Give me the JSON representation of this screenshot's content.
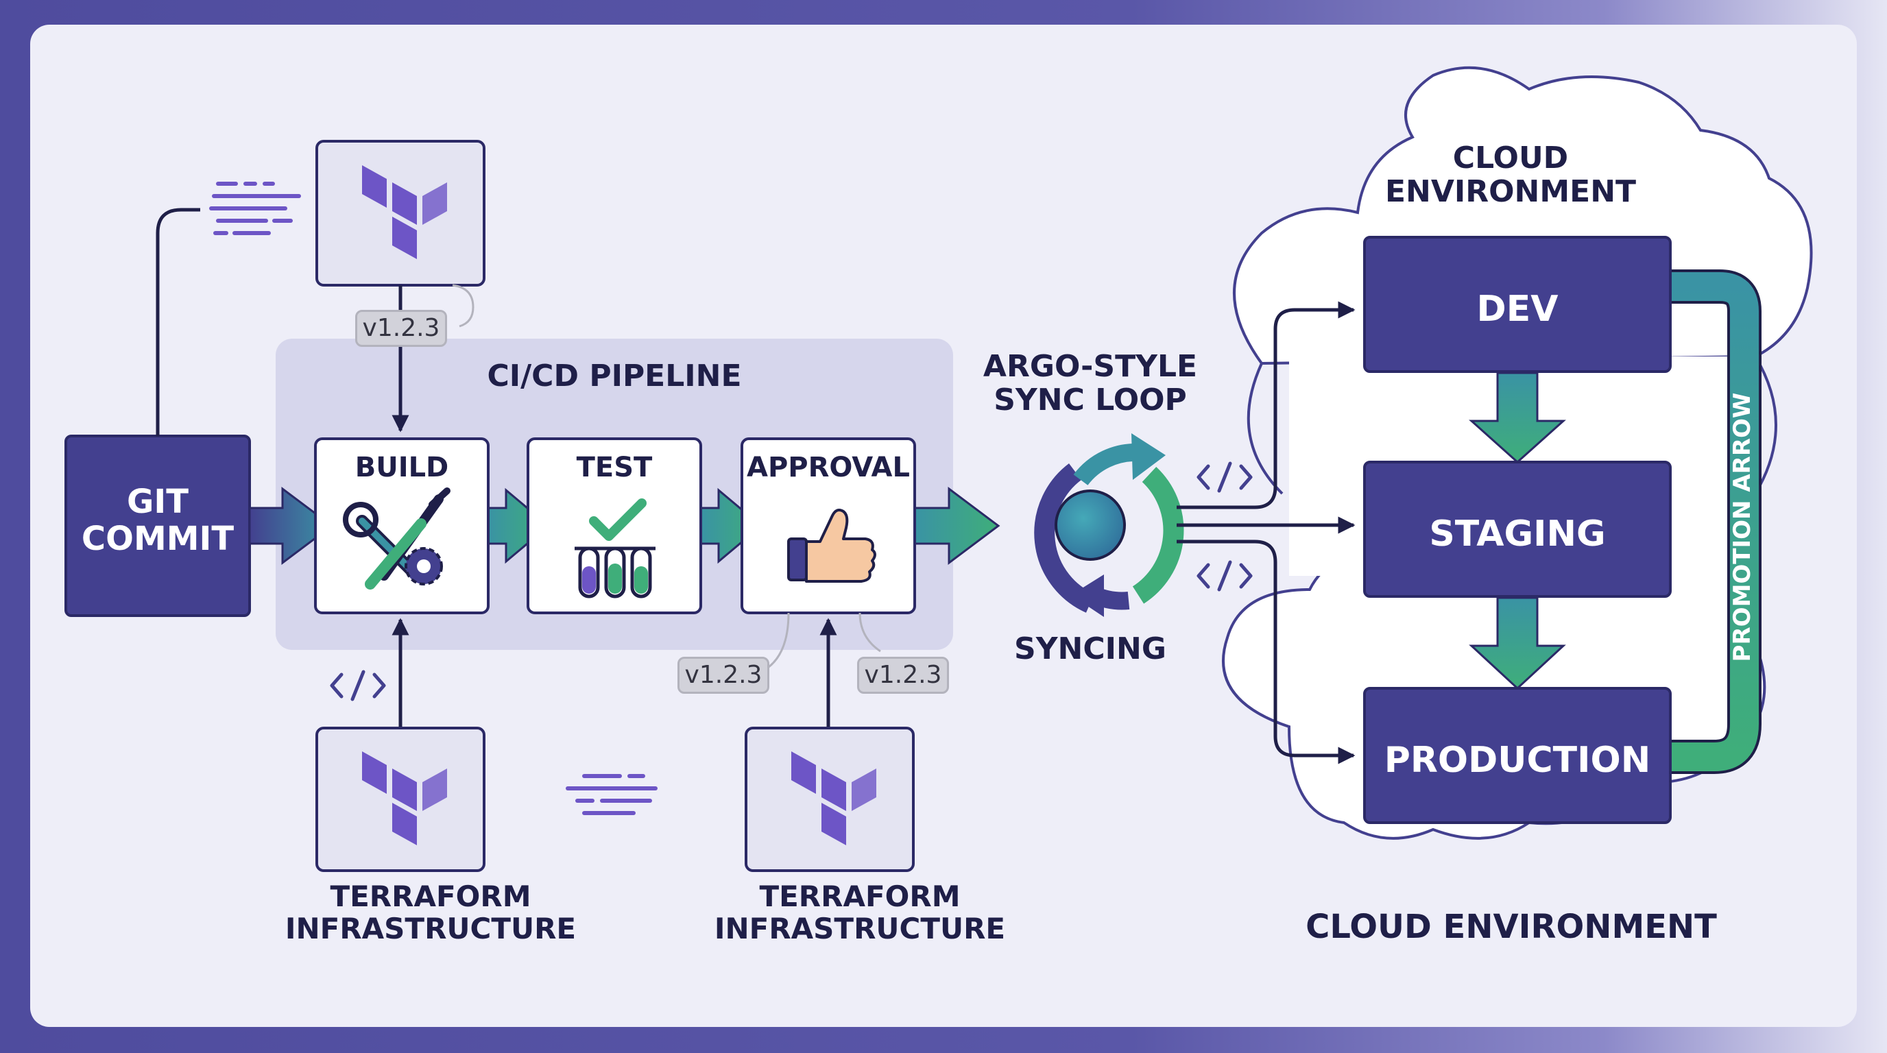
{
  "nodes": {
    "git_commit": "GIT\nCOMMIT",
    "pipeline_title": "CI/CD PIPELINE",
    "build": "BUILD",
    "test": "TEST",
    "approval": "APPROVAL",
    "sync_title": "ARGO-STYLE\nSYNC LOOP",
    "syncing": "SYNCING",
    "terraform_label": "TERRAFORM\nINFRASTRUCTURE",
    "cloud_title_top": "CLOUD\nENVIRONMENT",
    "cloud_title_bottom": "CLOUD ENVIRONMENT",
    "dev": "DEV",
    "staging": "STAGING",
    "production": "PRODUCTION",
    "promotion": "PROMOTION ARROW"
  },
  "version_tags": [
    "v1.2.3",
    "v1.2.3",
    "v1.2.3"
  ],
  "code_glyph": "</>",
  "colors": {
    "navy": "#43408f",
    "green": "#3fae7a",
    "teal": "#3a93a4",
    "terraform_purple": "#6d55c6",
    "text": "#1f1f48"
  },
  "icons": [
    "terraform-icon",
    "wrench-screwdriver-gear-icon",
    "checkmark-test-tubes-icon",
    "thumbs-up-icon",
    "sync-loop-icon",
    "code-icon"
  ]
}
